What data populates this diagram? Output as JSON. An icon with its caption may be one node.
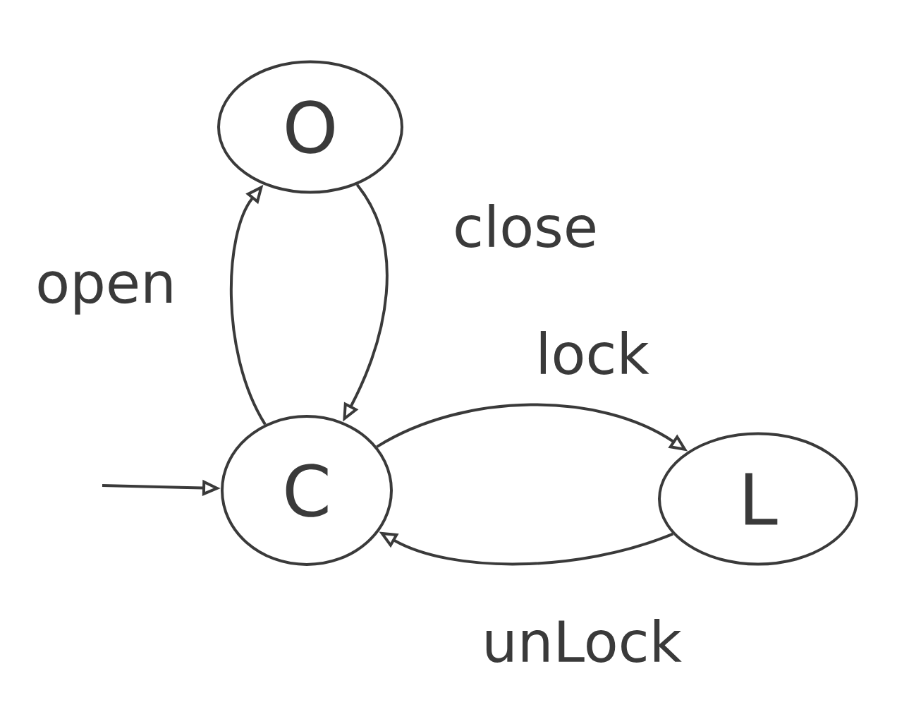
{
  "diagram": {
    "nodes": [
      {
        "text": [
          "O"
        ]
      },
      {
        "text": [
          "C"
        ]
      },
      {
        "text": [
          "L"
        ]
      }
    ],
    "edges": [
      {
        "from": 1,
        "to": 0,
        "arrow": "to",
        "label": "open"
      },
      {
        "from": 0,
        "to": 1,
        "arrow": "to",
        "label": "close"
      },
      {
        "from": 1,
        "to": 2,
        "arrow": "to",
        "label": "lock"
      },
      {
        "from": 2,
        "to": 1,
        "arrow": "to",
        "label": "unLock"
      },
      {
        "from": null,
        "to": 1,
        "arrow": "to"
      }
    ]
  }
}
